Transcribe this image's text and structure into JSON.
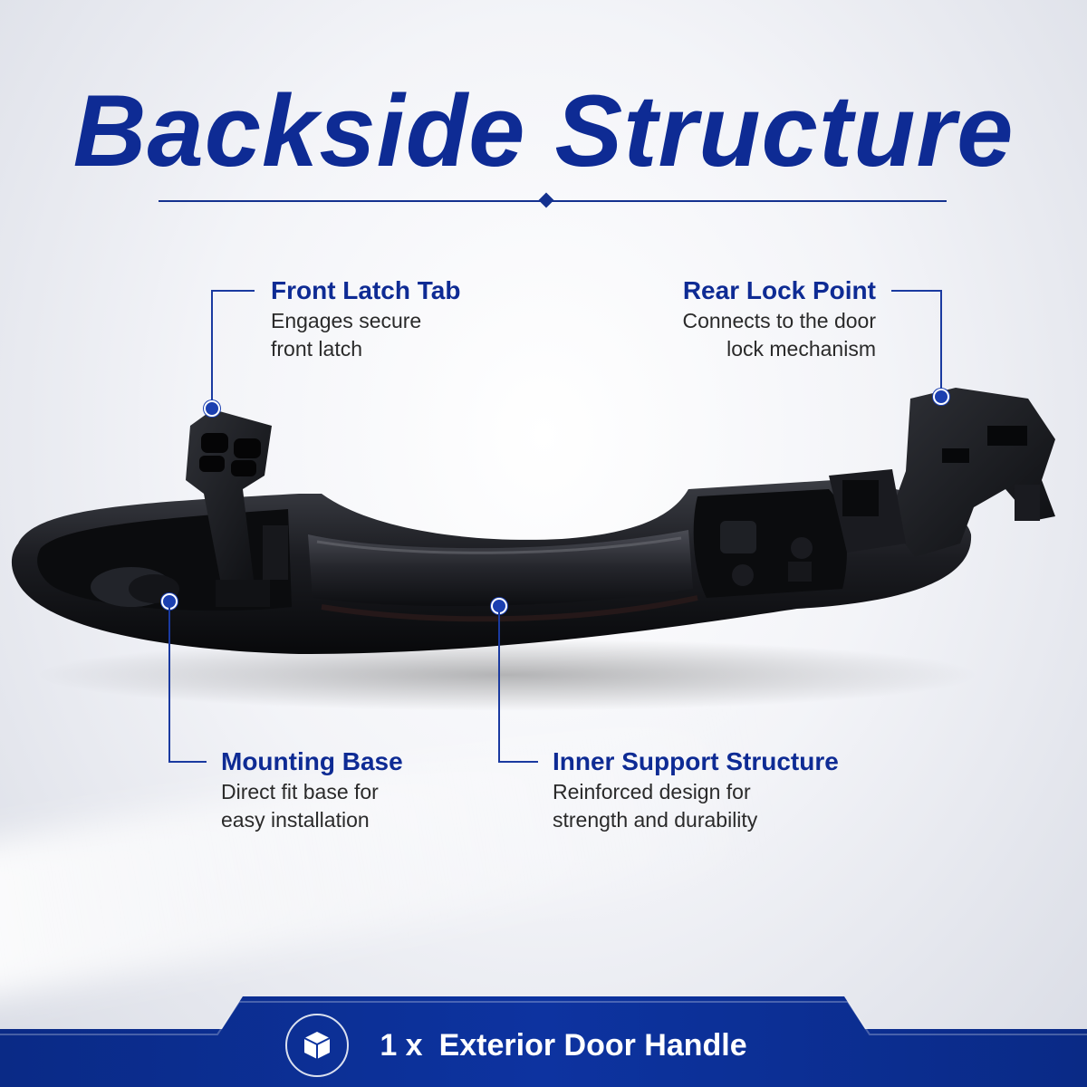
{
  "header": {
    "title": "Backside Structure"
  },
  "callouts": {
    "front_latch": {
      "title": "Front Latch Tab",
      "description": "Engages secure\nfront latch"
    },
    "rear_lock": {
      "title": "Rear Lock Point",
      "description": "Connects to the door\nlock mechanism"
    },
    "mounting_base": {
      "title": "Mounting Base",
      "description": "Direct fit base for\neasy installation"
    },
    "inner_support": {
      "title": "Inner Support Structure",
      "description": "Reinforced design for\nstrength and durability"
    }
  },
  "footer": {
    "quantity": "1 x",
    "item": "Exterior Door Handle",
    "icon": "box-icon"
  },
  "colors": {
    "brand_blue": "#0e2b94",
    "band_blue": "#0b2a8a",
    "accent_blue": "#1b3fb0"
  }
}
